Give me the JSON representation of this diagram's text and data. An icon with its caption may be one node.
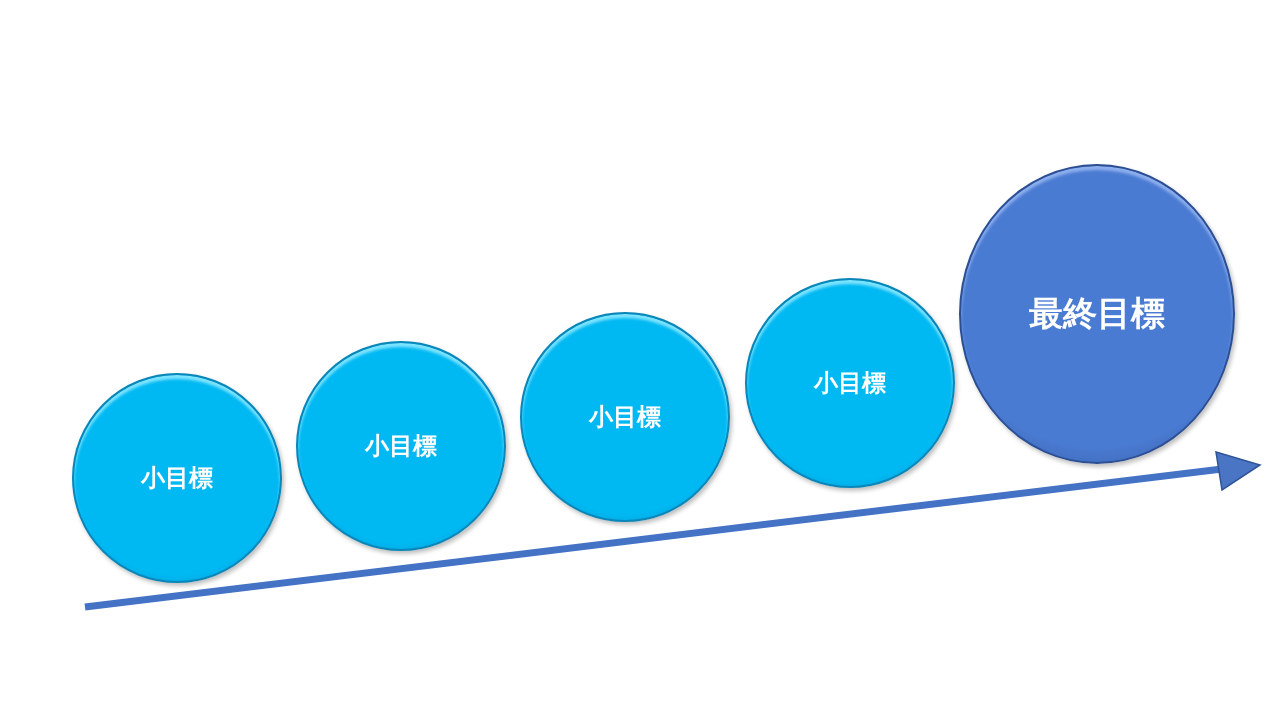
{
  "diagram": {
    "nodes": [
      {
        "text": [
          "小目標"
        ]
      },
      {
        "text": [
          "小目標"
        ]
      },
      {
        "text": [
          "小目標"
        ]
      },
      {
        "text": [
          "小目標"
        ]
      },
      {
        "text": [
          "最終目標"
        ]
      }
    ]
  }
}
